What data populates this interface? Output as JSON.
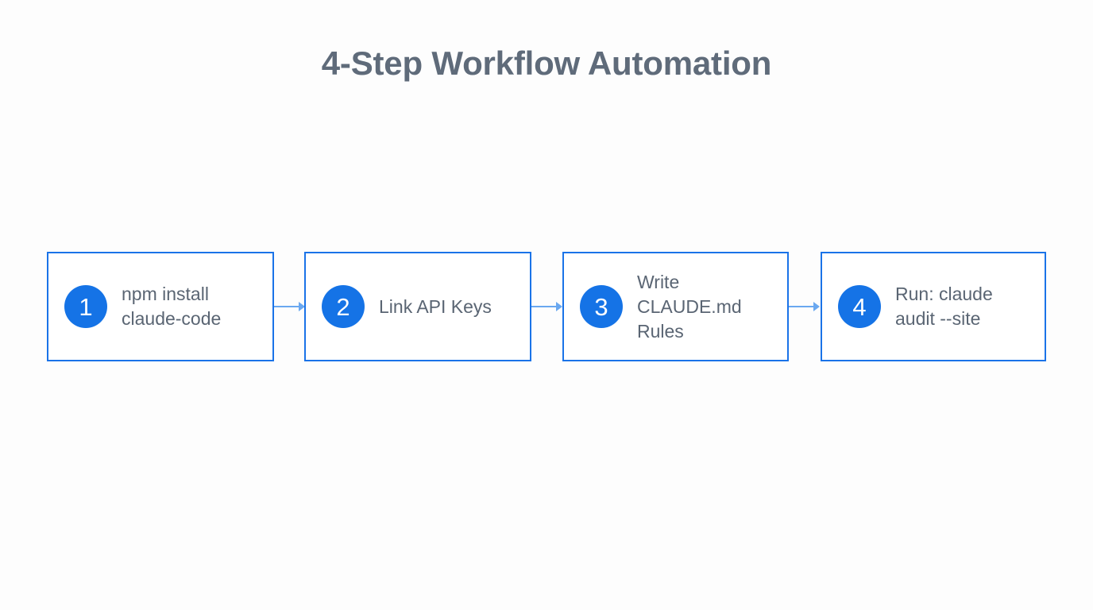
{
  "page": {
    "title": "4-Step Workflow Automation",
    "background_color": "#fdfdfd",
    "title_color": "#5f6b7a"
  },
  "theme": {
    "box_border_color": "#1a73e8",
    "badge_fill_color": "#1573e6",
    "badge_text_color": "#ffffff",
    "step_text_color": "#5a6573",
    "arrow_color": "#6aa8f0"
  },
  "flow": {
    "type": "linear-step-flow",
    "step_count": 4,
    "steps": [
      {
        "number": "1",
        "label": "npm install\nclaude-code"
      },
      {
        "number": "2",
        "label": "Link API Keys"
      },
      {
        "number": "3",
        "label": "Write\nCLAUDE.md\nRules"
      },
      {
        "number": "4",
        "label": "Run: claude\naudit --site"
      }
    ],
    "connectors": [
      {
        "from": "1",
        "to": "2",
        "icon": "arrow-right-icon"
      },
      {
        "from": "2",
        "to": "3",
        "icon": "arrow-right-icon"
      },
      {
        "from": "3",
        "to": "4",
        "icon": "arrow-right-icon"
      }
    ]
  }
}
